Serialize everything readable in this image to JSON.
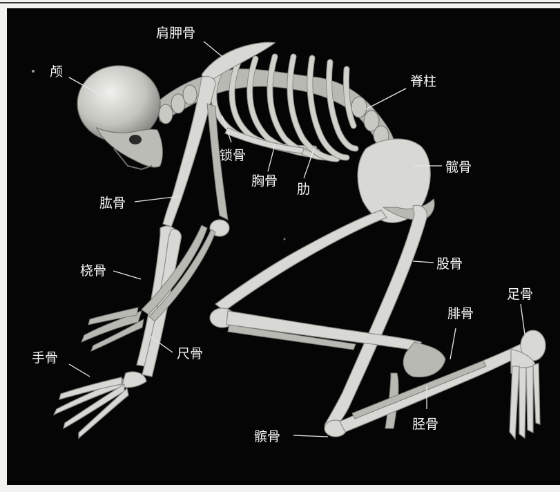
{
  "labels": {
    "skull": "颅",
    "scapula": "肩胛骨",
    "spine": "脊柱",
    "clavicle": "锁骨",
    "sternum": "胸骨",
    "rib": "肋",
    "hip": "髋骨",
    "humerus": "肱骨",
    "femur": "股骨",
    "radius": "桡骨",
    "fibula": "腓骨",
    "foot": "足骨",
    "ulna": "尺骨",
    "hand": "手骨",
    "tibia": "胫骨",
    "patella": "髌骨"
  },
  "colors": {
    "background": "#000000",
    "bone": "#d8d8d4",
    "label": "#f4f4f4"
  }
}
